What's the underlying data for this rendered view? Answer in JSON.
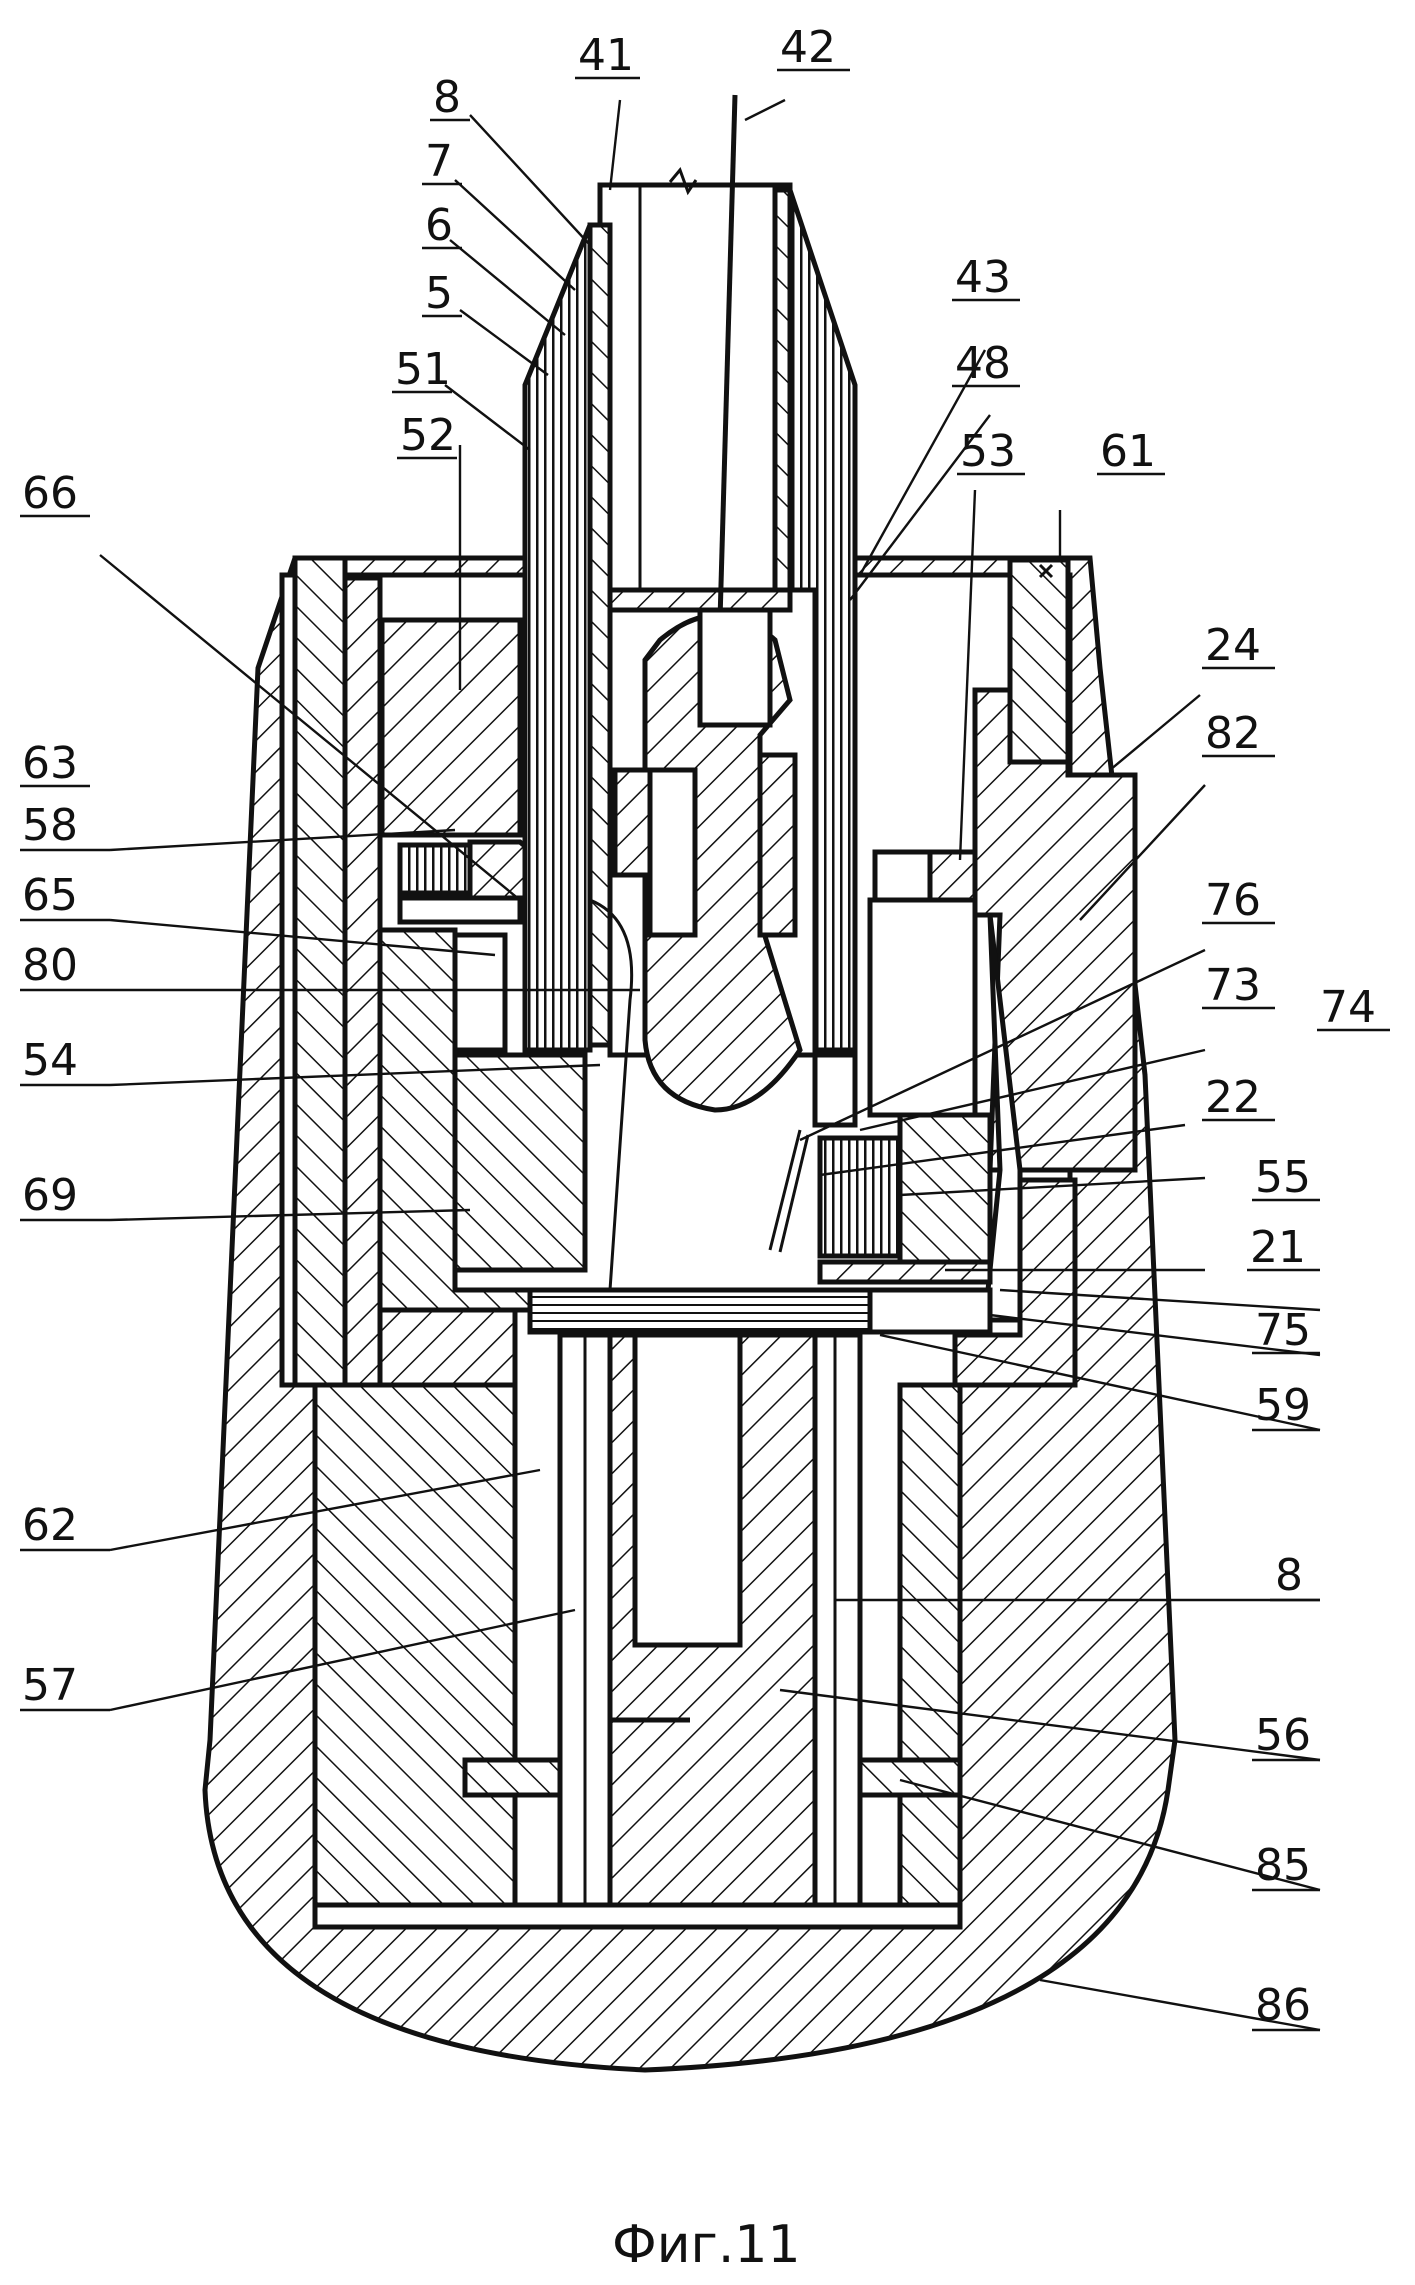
{
  "caption": "Фиг.11",
  "labels": {
    "l8a": "8",
    "l7": "7",
    "l6": "6",
    "l5": "5",
    "l51": "51",
    "l52": "52",
    "l66": "66",
    "l63": "63",
    "l58": "58",
    "l65": "65",
    "l80": "80",
    "l54": "54",
    "l69": "69",
    "l62": "62",
    "l57": "57",
    "l41": "41",
    "l42": "42",
    "l43": "43",
    "l48": "48",
    "l53": "53",
    "l61": "61",
    "l24": "24",
    "l82": "82",
    "l76": "76",
    "l73": "73",
    "l74": "74",
    "l22": "22",
    "l55": "55",
    "l21": "21",
    "l75": "75",
    "l59": "59",
    "l8b": "8",
    "l56": "56",
    "l85": "85",
    "l86": "86"
  },
  "colors": {
    "ink": "#111111",
    "paper": "#ffffff"
  }
}
